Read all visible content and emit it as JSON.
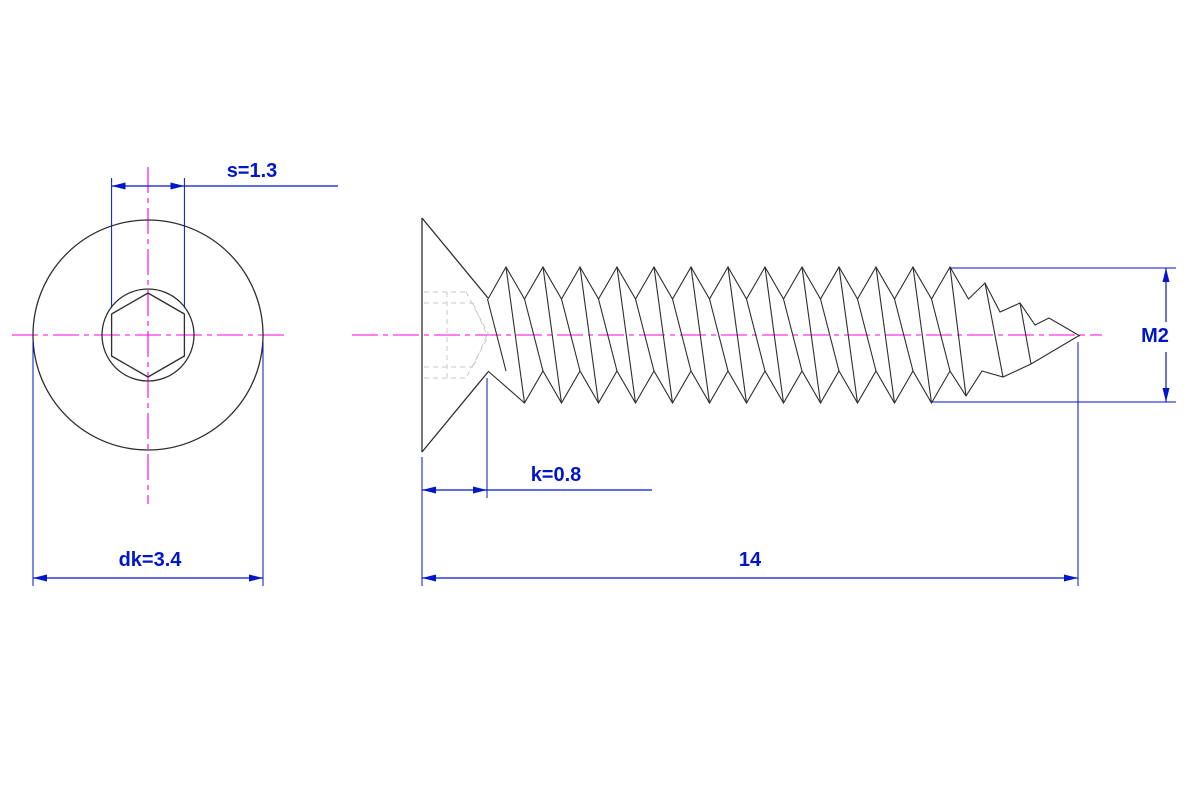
{
  "colors": {
    "outline": "#2e2e2e",
    "dimension": "#0016c8",
    "centerline": "#ff00dd",
    "hidden": "#c9c9c9",
    "background": "#ffffff"
  },
  "dimensions": {
    "socket_width": {
      "label": "s=1.3"
    },
    "head_diameter": {
      "label": "dk=3.4"
    },
    "head_height": {
      "label": "k=0.8"
    },
    "length": {
      "label": "14"
    },
    "thread_size": {
      "label": "M2"
    }
  }
}
